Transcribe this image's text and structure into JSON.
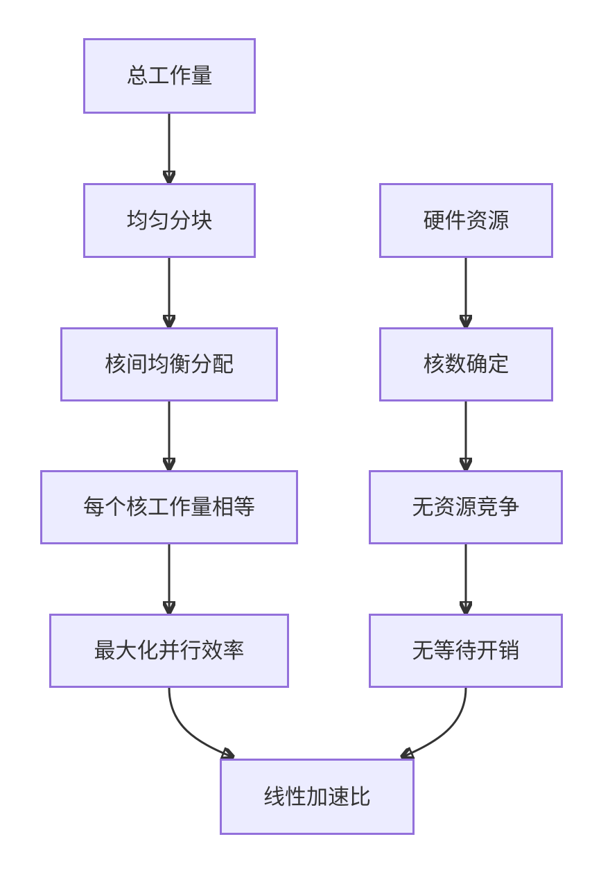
{
  "diagram": {
    "type": "flowchart",
    "direction": "top-down",
    "nodes": [
      {
        "id": "A",
        "label": "总工作量"
      },
      {
        "id": "B",
        "label": "均匀分块"
      },
      {
        "id": "C",
        "label": "硬件资源"
      },
      {
        "id": "D",
        "label": "核间均衡分配"
      },
      {
        "id": "E",
        "label": "核数确定"
      },
      {
        "id": "F",
        "label": "每个核工作量相等"
      },
      {
        "id": "G",
        "label": "无资源竞争"
      },
      {
        "id": "H",
        "label": "最大化并行效率"
      },
      {
        "id": "I",
        "label": "无等待开销"
      },
      {
        "id": "J",
        "label": "线性加速比"
      }
    ],
    "edges": [
      {
        "from": "总工作量",
        "to": "均匀分块"
      },
      {
        "from": "均匀分块",
        "to": "核间均衡分配"
      },
      {
        "from": "核间均衡分配",
        "to": "每个核工作量相等"
      },
      {
        "from": "每个核工作量相等",
        "to": "最大化并行效率"
      },
      {
        "from": "硬件资源",
        "to": "核数确定"
      },
      {
        "from": "核数确定",
        "to": "无资源竞争"
      },
      {
        "from": "无资源竞争",
        "to": "无等待开销"
      },
      {
        "from": "最大化并行效率",
        "to": "线性加速比"
      },
      {
        "from": "无等待开销",
        "to": "线性加速比"
      }
    ],
    "palette": {
      "node_fill": "#ECECFF",
      "node_border": "#9370DB",
      "edge_color": "#333333",
      "text_color": "#333333",
      "background": "#ffffff"
    }
  }
}
